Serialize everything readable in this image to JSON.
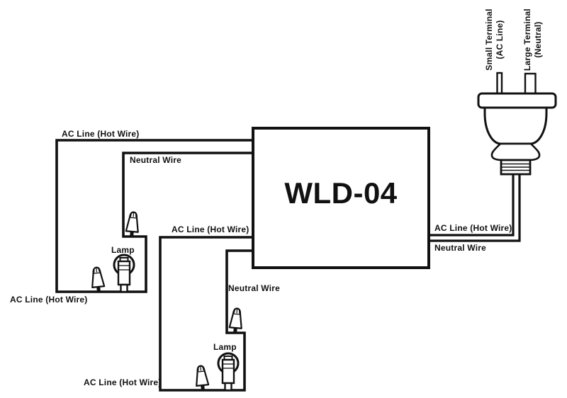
{
  "diagram": {
    "device_label": "WLD-04",
    "plug": {
      "small_terminal": {
        "line1": "Small Terminal",
        "line2": "(AC Line)"
      },
      "large_terminal": {
        "line1": "Large Terminal",
        "line2": "(Neutral)"
      }
    },
    "wire_labels": {
      "hot_top": "AC Line (Hot Wire)",
      "neutral_top": "Neutral Wire",
      "hot_mid": "AC Line (Hot Wire)",
      "hot_left_bottom": "AC Line (Hot Wire)",
      "neutral_mid": "Neutral Wire",
      "hot_bottom": "AC Line (Hot Wire)",
      "hot_right": "AC Line (Hot Wire)",
      "neutral_right": "Neutral Wire"
    },
    "lamp_labels": {
      "lamp1": "Lamp",
      "lamp2": "Lamp"
    },
    "icons": {
      "plug": "plug-icon",
      "lamp": "lamp-icon",
      "wire_nut": "wire-nut-icon"
    },
    "colors": {
      "line": "#111111",
      "background": "#ffffff"
    }
  }
}
